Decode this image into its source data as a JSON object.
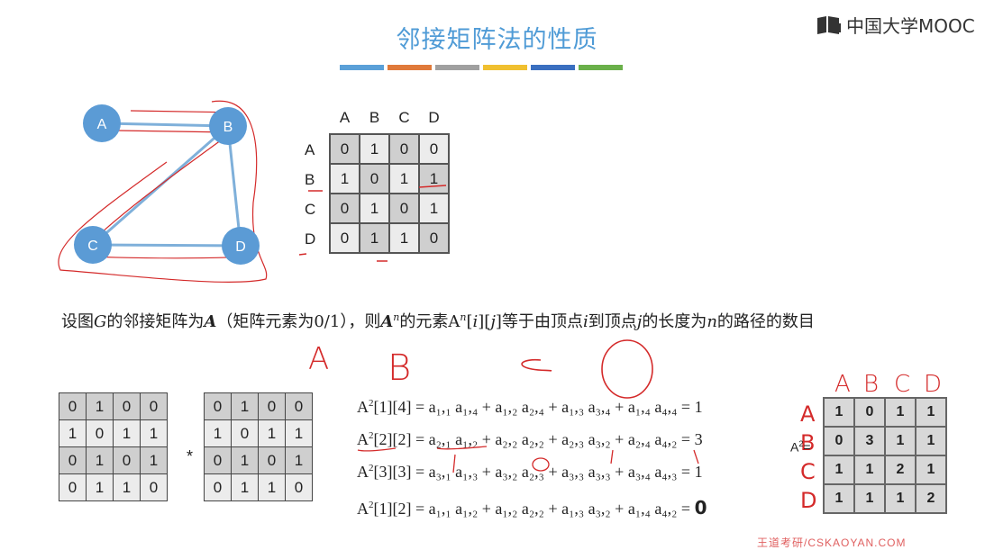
{
  "title": "邻接矩阵法的性质",
  "logo": {
    "icon": "mooc-logo-icon",
    "text": "中国大学MOOC"
  },
  "color_strip": [
    "#5aa0d8",
    "#e07a3a",
    "#a0a0a0",
    "#f0c030",
    "#3a6fc0",
    "#6ab04a"
  ],
  "graph": {
    "nodes": [
      "A",
      "B",
      "C",
      "D"
    ],
    "edges": [
      [
        "A",
        "B"
      ],
      [
        "B",
        "C"
      ],
      [
        "B",
        "D"
      ],
      [
        "C",
        "D"
      ]
    ],
    "node_color": "#5b9bd5"
  },
  "adjacency": {
    "col_headers": [
      "A",
      "B",
      "C",
      "D"
    ],
    "row_headers": [
      "A",
      "B",
      "C",
      "D"
    ],
    "rows": [
      [
        "0",
        "1",
        "0",
        "0"
      ],
      [
        "1",
        "0",
        "1",
        "1"
      ],
      [
        "0",
        "1",
        "0",
        "1"
      ],
      [
        "0",
        "1",
        "1",
        "0"
      ]
    ]
  },
  "description": {
    "p1": "设图",
    "g": "G",
    "p2": "的邻接矩阵为",
    "a": "A",
    "p3": "（矩阵元素为0/1），则",
    "an": "A",
    "n_sup": "n",
    "p4": "的元素A",
    "n_sup2": "n",
    "p5": "[",
    "i": "i",
    "p6": "][",
    "j": "j",
    "p7": "]等于由顶点",
    "i2": "i",
    "p8": "到顶点",
    "j2": "j",
    "p9": "的长度为",
    "n": "n",
    "p10": "的路径的数目"
  },
  "handwritten_letters": [
    "A",
    "B",
    "C",
    "D"
  ],
  "matrix1": [
    [
      "0",
      "1",
      "0",
      "0"
    ],
    [
      "1",
      "0",
      "1",
      "1"
    ],
    [
      "0",
      "1",
      "0",
      "1"
    ],
    [
      "0",
      "1",
      "1",
      "0"
    ]
  ],
  "matrix2": [
    [
      "0",
      "1",
      "0",
      "0"
    ],
    [
      "1",
      "0",
      "1",
      "1"
    ],
    [
      "0",
      "1",
      "0",
      "1"
    ],
    [
      "0",
      "1",
      "1",
      "0"
    ]
  ],
  "times_sign": "*",
  "formulas": [
    {
      "lhs": "A",
      "sup": "2",
      "idx": "[1][4] = ",
      "rhs": "a₁,₁ a₁,₄ + a₁,₂ a₂,₄ + a₁,₃ a₃,₄ + a₁,₄ a₄,₄ = 1"
    },
    {
      "lhs": "A",
      "sup": "2",
      "idx": "[2][2] = ",
      "rhs": "a₂,₁ a₁,₂ + a₂,₂ a₂,₂ + a₂,₃ a₃,₂ + a₂,₄ a₄,₂ = 3"
    },
    {
      "lhs": "A",
      "sup": "2",
      "idx": "[3][3] = ",
      "rhs": "a₃,₁ a₁,₃ + a₃,₂ a₂,₃ + a₃,₃ a₃,₃ + a₃,₄ a₄,₃ = 1"
    },
    {
      "lhs": "A",
      "sup": "2",
      "idx": "[1][2] = ",
      "rhs": "a₁,₁ a₁,₂ + a₁,₂ a₂,₂ + a₁,₃ a₃,₂ + a₁,₄ a₄,₂ = ",
      "result": "0"
    }
  ],
  "a2": {
    "label": "A",
    "label_sup": "2",
    "label_suffix": "=",
    "col_headers": [
      "A",
      "B",
      "C",
      "D"
    ],
    "row_headers": [
      "A",
      "B",
      "C",
      "D"
    ],
    "rows": [
      [
        "1",
        "0",
        "1",
        "1"
      ],
      [
        "0",
        "3",
        "1",
        "1"
      ],
      [
        "1",
        "1",
        "2",
        "1"
      ],
      [
        "1",
        "1",
        "1",
        "2"
      ]
    ]
  },
  "footer": "王道考研/CSKAOYAN.COM",
  "annotation_color": "#d42a2a"
}
